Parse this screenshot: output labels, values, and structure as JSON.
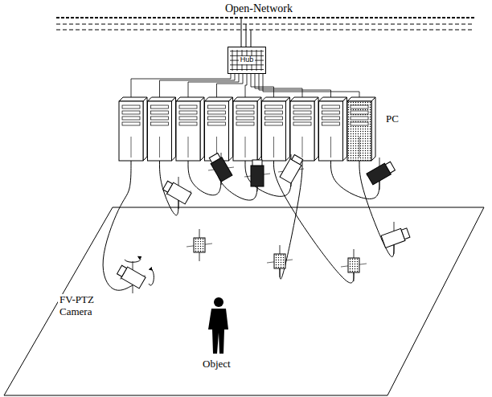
{
  "diagram": {
    "nodes": [
      {
        "text": [
          "Hub"
        ]
      }
    ],
    "labels": [
      "Open-Network",
      "PC",
      "FV-PTZ Camera",
      "Object"
    ]
  }
}
